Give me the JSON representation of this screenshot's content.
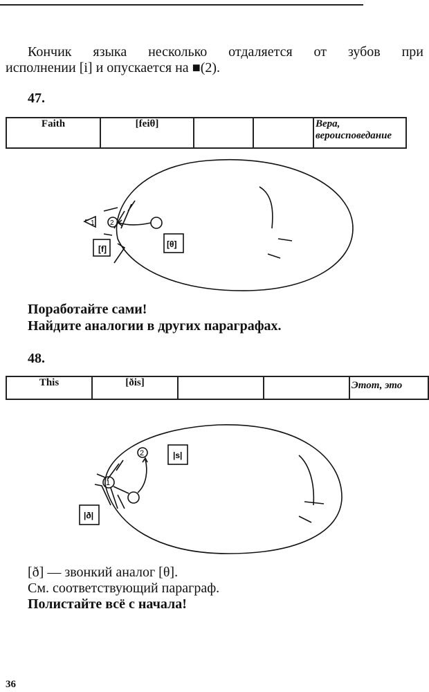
{
  "intro": {
    "line1": "Кончик языка несколько отдаляется от зубов при",
    "line2": "исполнении [i] и опускается на ■(2)."
  },
  "section47": {
    "number": "47.",
    "row": [
      "Faith",
      "[feiθ]",
      "",
      "",
      "Вера,",
      "вероисповедание"
    ],
    "diagram": {
      "label_tip": "1",
      "label_target": "2",
      "box_left": "[f]",
      "box_right": "[θ]"
    }
  },
  "exercise": {
    "line1": "Поработайте сами!",
    "line2": "Найдите аналогии в других параграфах."
  },
  "section48": {
    "number": "48.",
    "row": [
      "This",
      "[ðis]",
      "",
      "",
      "Этот, это"
    ],
    "diagram": {
      "label_tip": "1",
      "label_target": "2",
      "box_top": "|s|",
      "box_left": "|ð|"
    }
  },
  "notes": {
    "line1": "[ð] — звонкий аналог [θ].",
    "line2": "См. соответствующий параграф.",
    "line3": "Полистайте всё с начала!"
  },
  "page_number": "36"
}
